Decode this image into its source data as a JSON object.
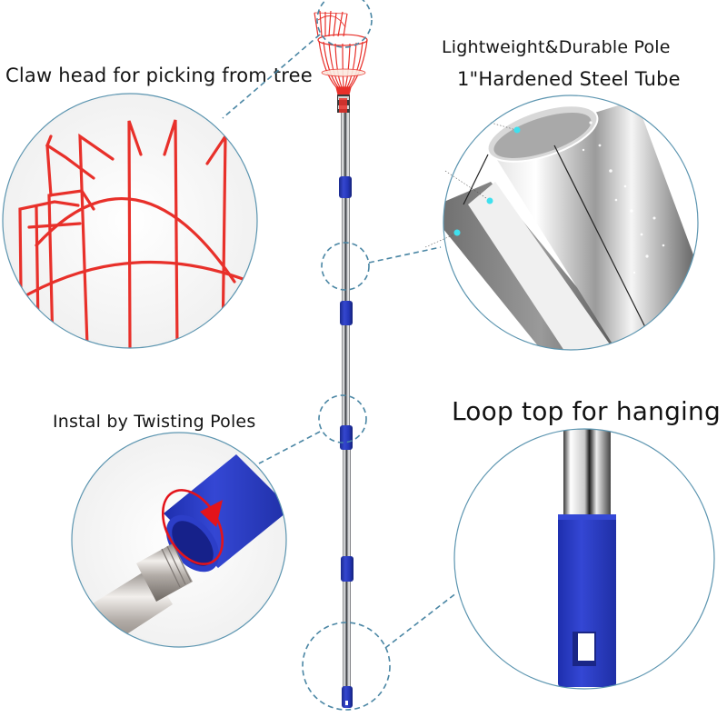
{
  "product": "Telescopic fruit picker pole with claw basket",
  "callouts": {
    "claw_head": {
      "label": "Claw head for picking from tree"
    },
    "pole": {
      "line1": "Lightweight&Durable Pole",
      "line2": "1\"Hardened Steel Tube"
    },
    "twist": {
      "label": "Instal by Twisting Poles"
    },
    "loop_top": {
      "label": "Loop top for hanging"
    }
  },
  "colors": {
    "claw_red": "#e8302a",
    "joint_blue": "#2436b8",
    "steel": "#b9bcc0",
    "callout_dash": "#4a86a4",
    "inset_border": "#5c95b0",
    "highlight_dot": "#3fe0ee",
    "twist_arrow_red": "#e3141b"
  },
  "icons": {
    "twist_arrow": "circular-arrow-icon"
  }
}
